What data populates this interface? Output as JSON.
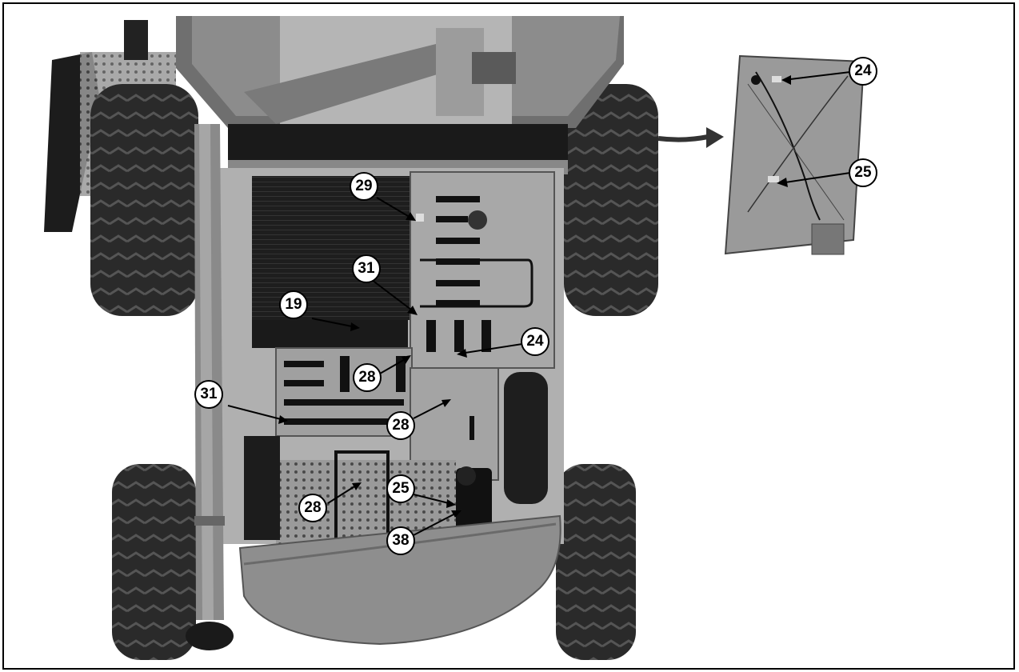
{
  "diagram": {
    "callouts": [
      {
        "id": "c24a",
        "label": "24"
      },
      {
        "id": "c25a",
        "label": "25"
      },
      {
        "id": "c29",
        "label": "29"
      },
      {
        "id": "c31a",
        "label": "31"
      },
      {
        "id": "c19",
        "label": "19"
      },
      {
        "id": "c24b",
        "label": "24"
      },
      {
        "id": "c28a",
        "label": "28"
      },
      {
        "id": "c31b",
        "label": "31"
      },
      {
        "id": "c28b",
        "label": "28"
      },
      {
        "id": "c25b",
        "label": "25"
      },
      {
        "id": "c28c",
        "label": "28"
      },
      {
        "id": "c38",
        "label": "38"
      }
    ]
  }
}
